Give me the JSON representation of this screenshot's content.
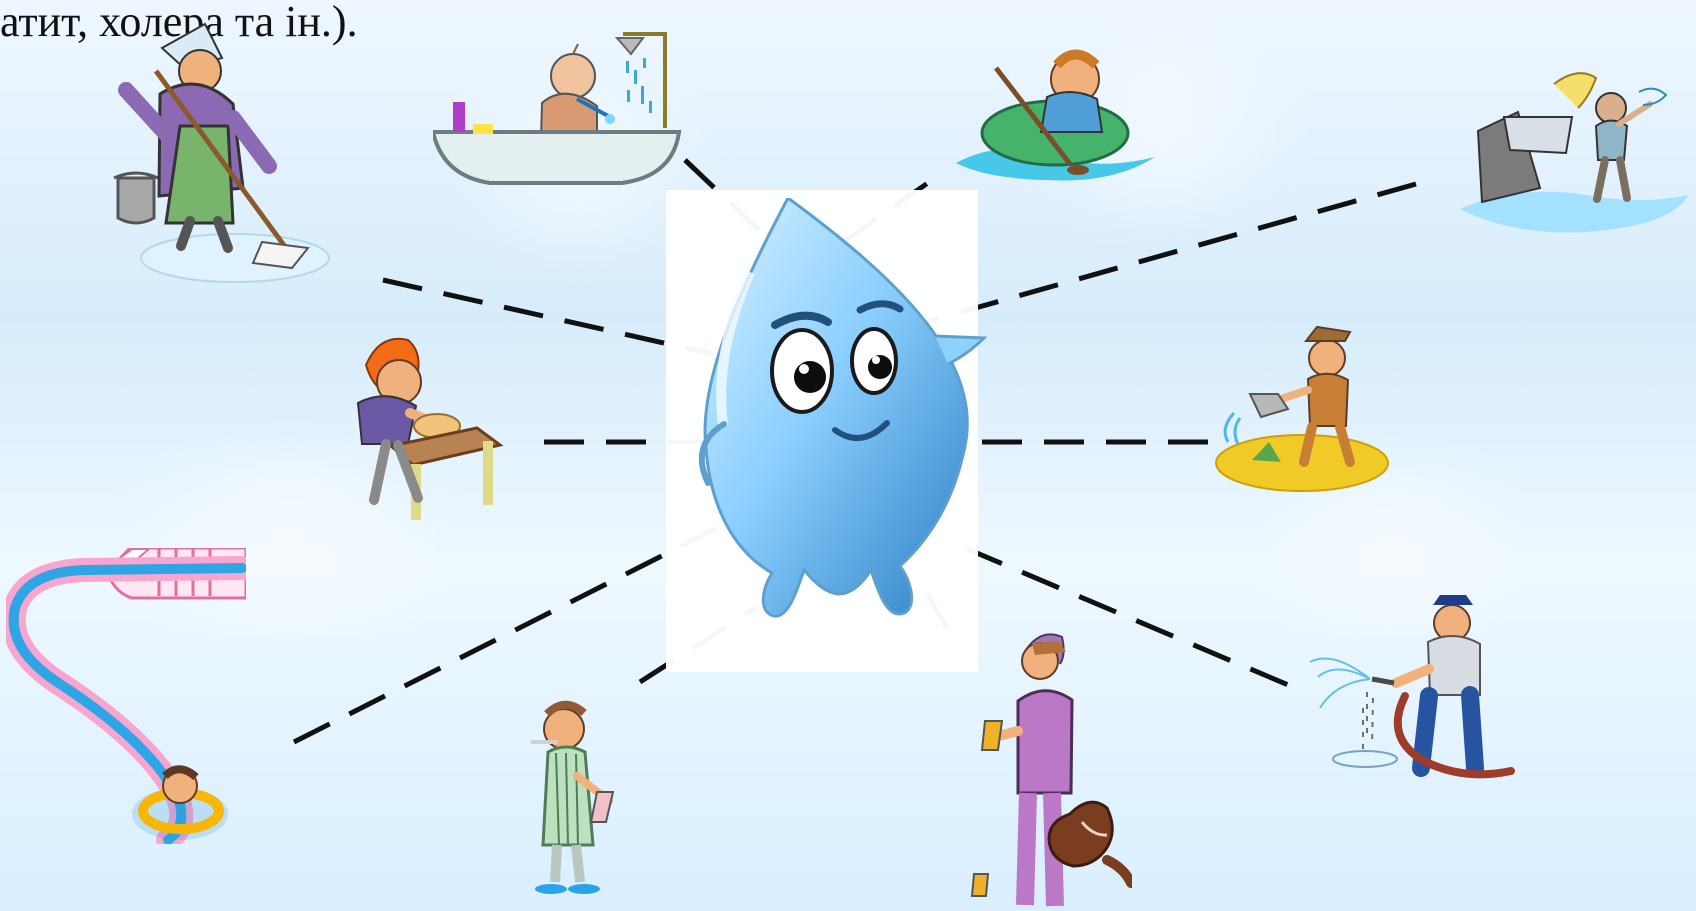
{
  "slide": {
    "top_text": "атит, холера та ін.)."
  },
  "colors": {
    "line": "#111111",
    "water": "#5fb8f2",
    "water_dark": "#2c7fc2",
    "skin": "#f1b17c",
    "shadow": "#9dd8ff"
  },
  "illustrations": [
    {
      "name": "water-drop-mascot",
      "label": ""
    },
    {
      "name": "mopping-floor-scene",
      "label": ""
    },
    {
      "name": "bath-shower-scene",
      "label": ""
    },
    {
      "name": "boating-scene",
      "label": ""
    },
    {
      "name": "laundry-washing-scene",
      "label": ""
    },
    {
      "name": "washing-table-scene",
      "label": ""
    },
    {
      "name": "watering-garden-scene",
      "label": ""
    },
    {
      "name": "water-slide-scene",
      "label": ""
    },
    {
      "name": "toothbrushing-scene",
      "label": ""
    },
    {
      "name": "drinking-with-dog-scene",
      "label": ""
    },
    {
      "name": "watering-hose-scene",
      "label": ""
    }
  ]
}
